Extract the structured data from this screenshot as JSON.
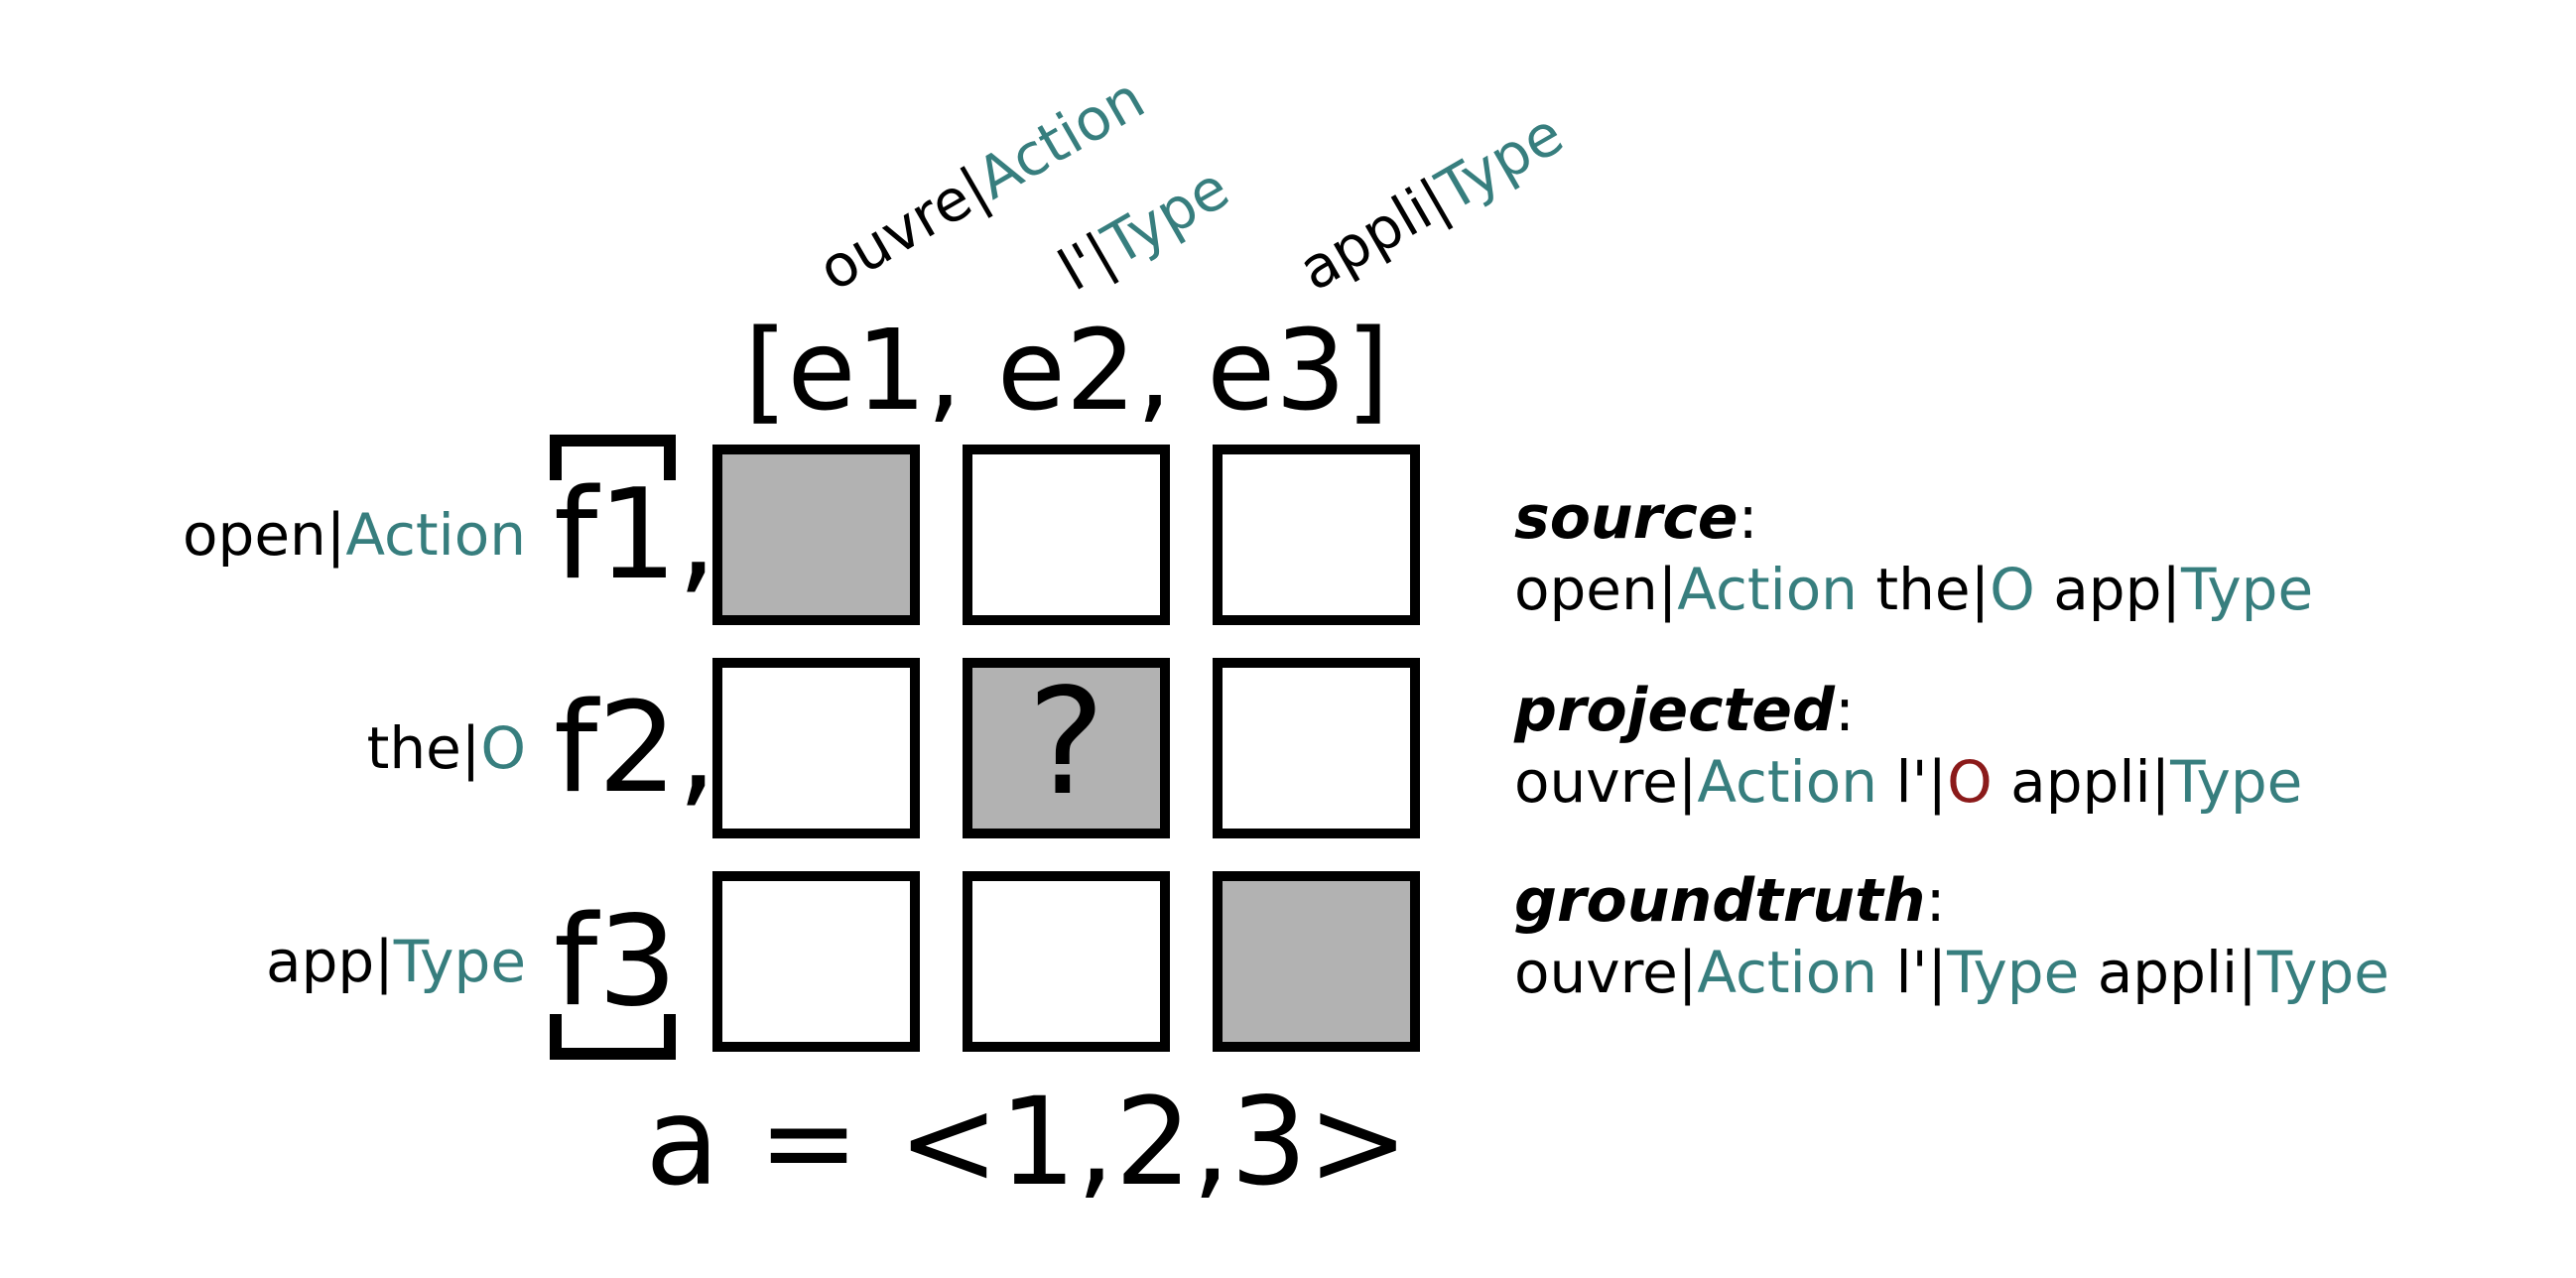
{
  "colors": {
    "tag": "#377e7e",
    "tag_error": "#8b1a1a",
    "shaded_cell": "#b2b2b2",
    "ink": "#000000",
    "background": "#ffffff"
  },
  "matrix": {
    "target_header": "[e1, e2, e3]",
    "alignment_label": "a = <1,2,3>",
    "question_mark": "?",
    "separator": "|",
    "target_tokens": [
      {
        "word": "ouvre",
        "tag": "Action"
      },
      {
        "word": "l'",
        "tag": "Type"
      },
      {
        "word": "appli",
        "tag": "Type"
      }
    ],
    "source_tokens": [
      {
        "word": "open",
        "tag": "Action"
      },
      {
        "word": "the",
        "tag": "O"
      },
      {
        "word": "app",
        "tag": "Type"
      }
    ],
    "row_ids": [
      "f1,",
      "f2,",
      "f3"
    ],
    "shaded_cells": [
      [
        0,
        0
      ],
      [
        1,
        1
      ],
      [
        2,
        2
      ]
    ],
    "question_cell": {
      "row": 1,
      "col": 1
    }
  },
  "legend": {
    "colon": ":",
    "blocks": [
      {
        "label": "source",
        "tokens": [
          {
            "word": "open",
            "tag": "Action"
          },
          {
            "word": "the",
            "tag": "O"
          },
          {
            "word": "app",
            "tag": "Type"
          }
        ]
      },
      {
        "label": "projected",
        "tokens": [
          {
            "word": "ouvre",
            "tag": "Action"
          },
          {
            "word": "l'",
            "tag": "O",
            "error": true
          },
          {
            "word": "appli",
            "tag": "Type"
          }
        ]
      },
      {
        "label": "groundtruth",
        "tokens": [
          {
            "word": "ouvre",
            "tag": "Action"
          },
          {
            "word": "l'",
            "tag": "Type"
          },
          {
            "word": "appli",
            "tag": "Type"
          }
        ]
      }
    ]
  }
}
